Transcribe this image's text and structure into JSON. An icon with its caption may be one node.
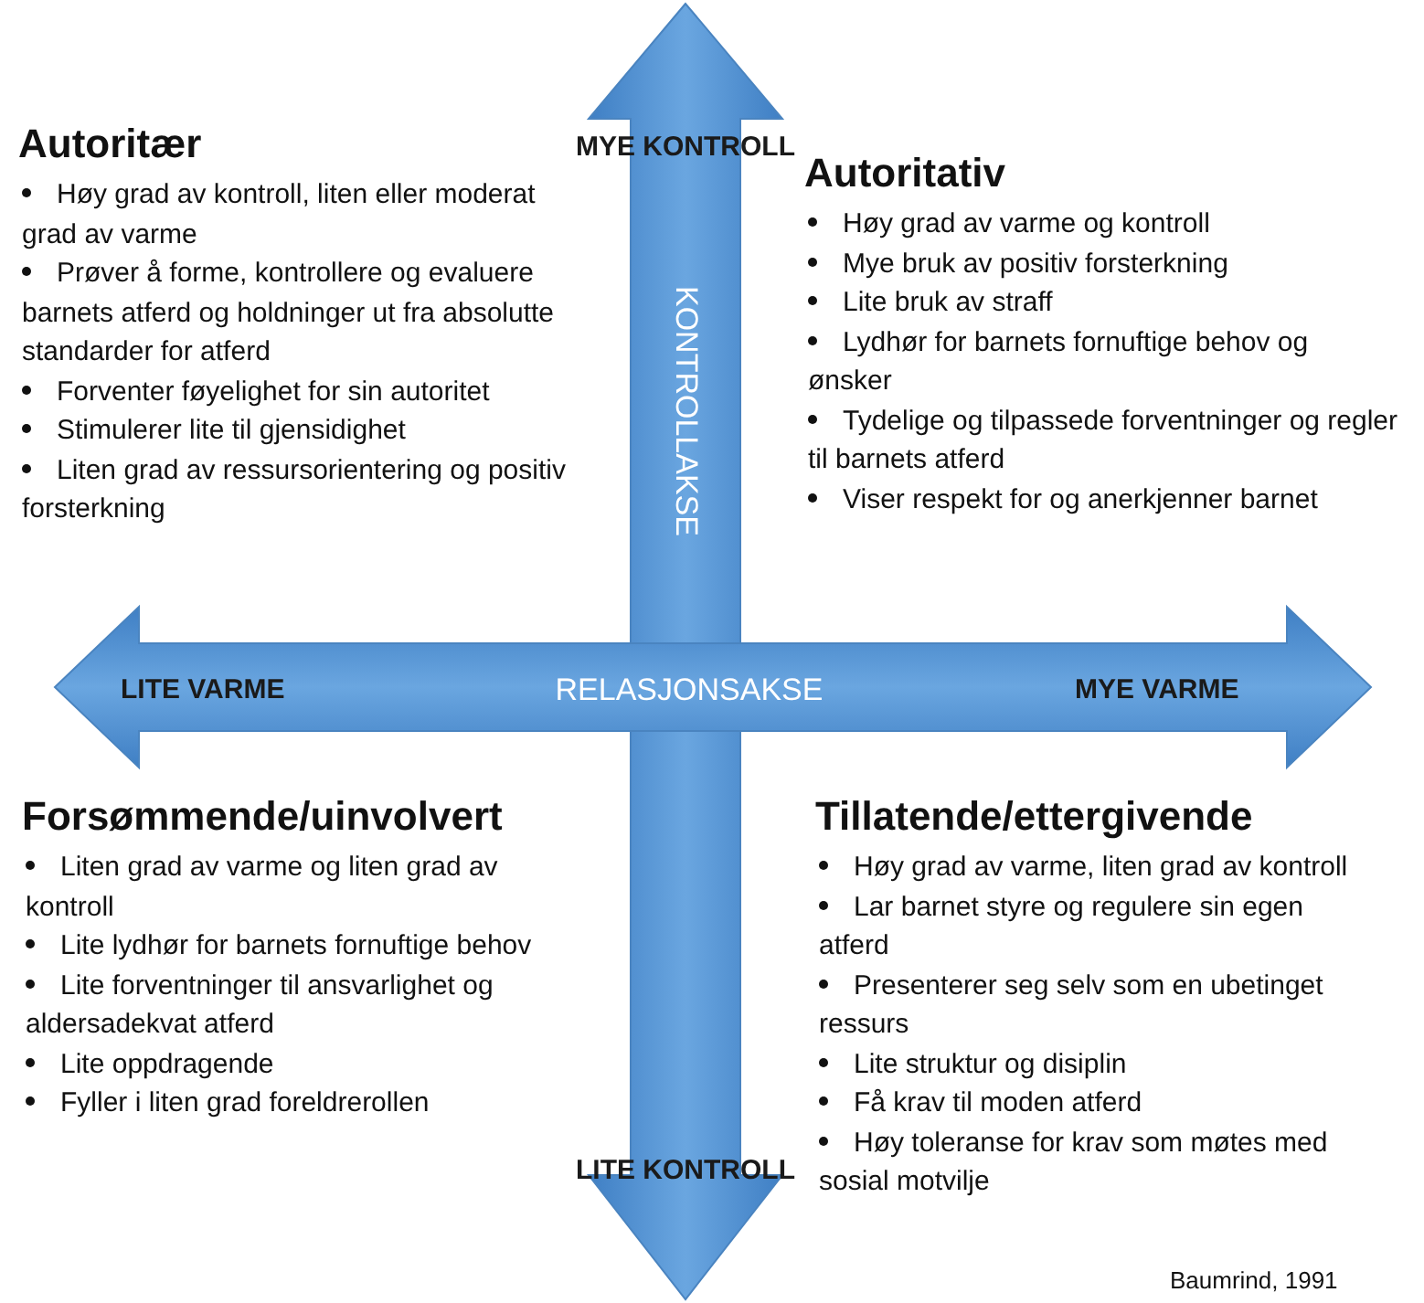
{
  "diagram": {
    "nodes": [
      {
        "text": [
          "MYE KONTROLL",
          "KONTROLLAKSE",
          "LITE KONTROLL"
        ]
      },
      {
        "text": [
          "LITE VARME",
          "RELASJONSAKSE",
          "MYE VARME"
        ]
      }
    ],
    "labels": [
      "Autoritær",
      "Høy grad av kontroll, liten eller moderat grad av varme",
      "Prøver å forme, kontrollere og evaluere barnets atferd og holdninger ut fra absolutte standarder for atferd",
      "Forventer føyelighet for sin autoritet",
      "Stimulerer lite til gjensidighet",
      "Liten grad av ressursorientering og positiv forsterkning",
      "Autoritativ",
      "Høy grad av varme og kontroll",
      "Mye bruk av positiv forsterkning",
      "Lite bruk av straff",
      "Lydhør for barnets fornuftige behov og ønsker",
      "Tydelige og tilpassede forventninger og regler til barnets atferd",
      "Viser respekt for og anerkjenner barnet",
      "Forsømmende/uinvolvert",
      "Liten grad av varme og liten grad av kontroll",
      "Lite lydhør for barnets fornuftige behov",
      "Lite forventninger til ansvarlighet og aldersadekvat atferd",
      "Lite oppdragende",
      "Fyller i liten grad foreldrerollen",
      "Tillatende/ettergivende",
      "Høy grad av varme, liten grad av kontroll",
      "Lar barnet styre og regulere sin egen atferd",
      "Presenterer seg selv som en ubetinget ressurs",
      "Lite struktur og disiplin",
      "Få krav til moden atferd",
      "Høy toleranse for krav som møtes med sosial motvilje",
      "Baumrind, 1991"
    ]
  }
}
